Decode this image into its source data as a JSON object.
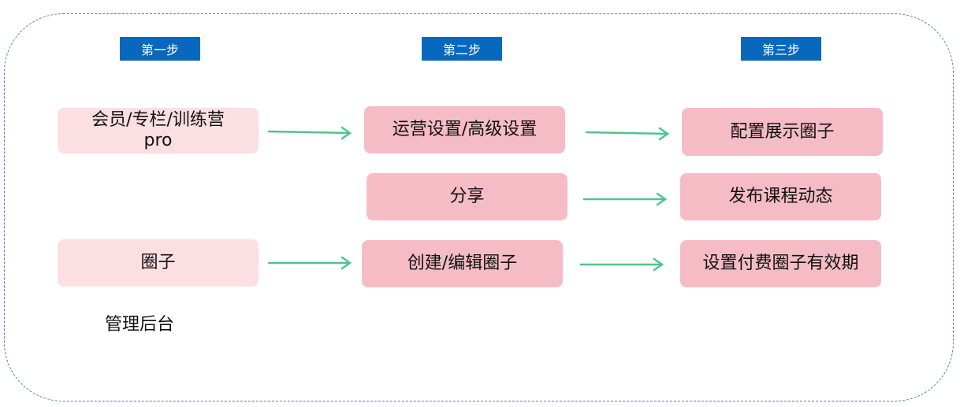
{
  "steps": [
    "第一步",
    "第二步",
    "第三步"
  ],
  "col1": {
    "item1": "会员/专栏/训练营 pro",
    "item2": "圈子",
    "caption": "管理后台"
  },
  "col2": {
    "item1": "运营设置/高级设置",
    "item2": "分享",
    "item3": "创建/编辑圈子"
  },
  "col3": {
    "item1": "配置展示圈子",
    "item2": "发布课程动态",
    "item3": "设置付费圈子有效期"
  },
  "colors": {
    "step": "#0868be",
    "box": "#f5bcc6",
    "box_light": "#fbdfe2",
    "arrow": "#4fc58c",
    "border": "#5a7aa5"
  }
}
